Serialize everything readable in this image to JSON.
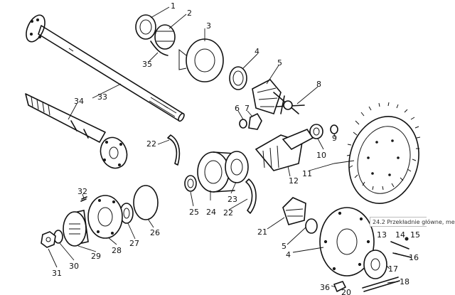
{
  "caption": "24.2 Przekładnie główne, me",
  "labels": {
    "n1": "1",
    "n2": "2",
    "n3": "3",
    "n4": "4",
    "n5": "5",
    "n6": "6",
    "n7": "7",
    "n8": "8",
    "n9": "9",
    "n10": "10",
    "n11": "11",
    "n12": "12",
    "n13": "13",
    "n14": "14",
    "n15": "15",
    "n16": "16",
    "n17": "17",
    "n18": "18",
    "n21": "21",
    "n22": "22",
    "n22b": "22",
    "n23": "23",
    "n24": "24",
    "n25": "25",
    "n26": "26",
    "n27": "27",
    "n28": "28",
    "n29": "29",
    "n30": "30",
    "n31": "31",
    "n32": "32",
    "n33": "33",
    "n34": "34",
    "n35": "35",
    "n36": "36",
    "n4b": "4",
    "n5b": "5",
    "n20": "20"
  },
  "icons": {
    "shaft": "axle-shaft-icon",
    "gear": "gear-icon",
    "bearing": "bearing-icon",
    "ring": "ring-icon"
  }
}
